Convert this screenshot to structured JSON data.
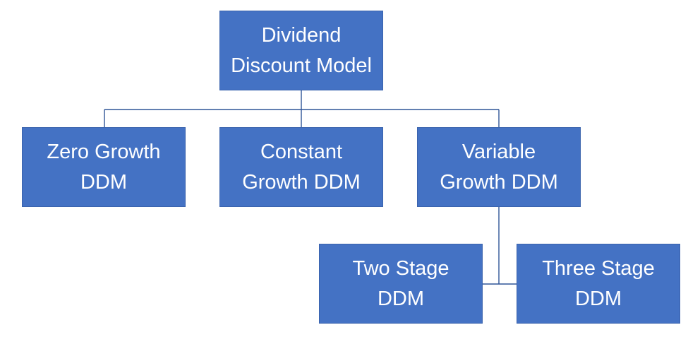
{
  "nodes": {
    "root": {
      "lines": [
        "Dividend",
        "Discount Model"
      ]
    },
    "zero_growth": {
      "lines": [
        "Zero Growth",
        "DDM"
      ]
    },
    "constant_growth": {
      "lines": [
        "Constant",
        "Growth DDM"
      ]
    },
    "variable_growth": {
      "lines": [
        "Variable",
        "Growth DDM"
      ]
    },
    "two_stage": {
      "lines": [
        "Two Stage",
        "DDM"
      ]
    },
    "three_stage": {
      "lines": [
        "Three Stage",
        "DDM"
      ]
    }
  },
  "colors": {
    "node_fill": "#4472c4",
    "node_border": "#3a63ad",
    "node_text": "#ffffff",
    "connector": "#2f5597"
  }
}
